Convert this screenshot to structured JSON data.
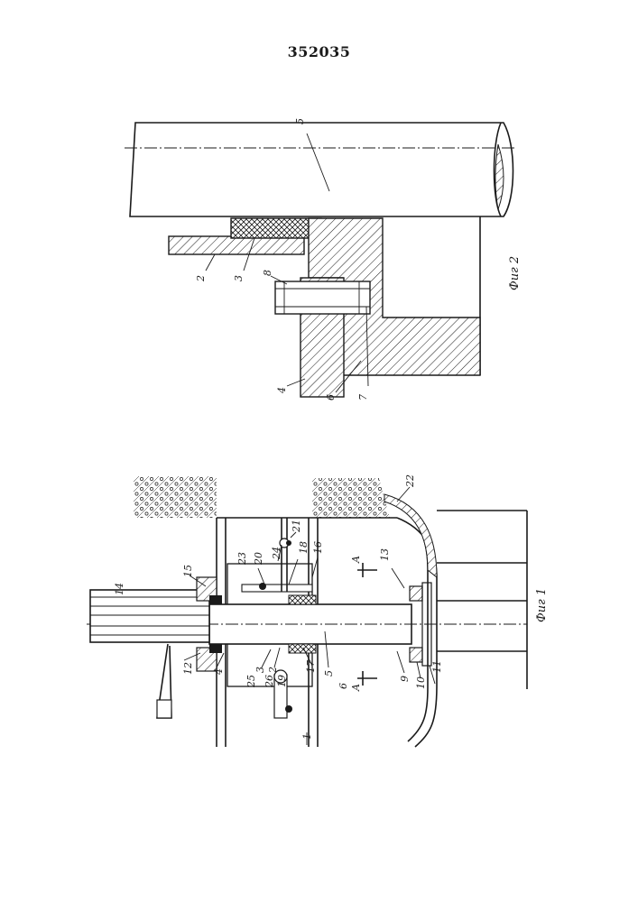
{
  "document": {
    "patent_number": "352035",
    "figures": [
      {
        "caption": "Фиг 2",
        "labels": [
          "5",
          "8",
          "2",
          "3",
          "4",
          "6",
          "7"
        ]
      },
      {
        "caption": "Фиг 1",
        "labels": [
          "14",
          "15",
          "12",
          "4",
          "3",
          "2",
          "17",
          "5",
          "6",
          "A",
          "A",
          "9",
          "10",
          "11",
          "13",
          "16",
          "18",
          "20",
          "23",
          "24",
          "21",
          "22",
          "19",
          "26",
          "25",
          "1"
        ]
      }
    ]
  },
  "colors": {
    "ink": "#1a1a1a",
    "paper": "#ffffff"
  }
}
